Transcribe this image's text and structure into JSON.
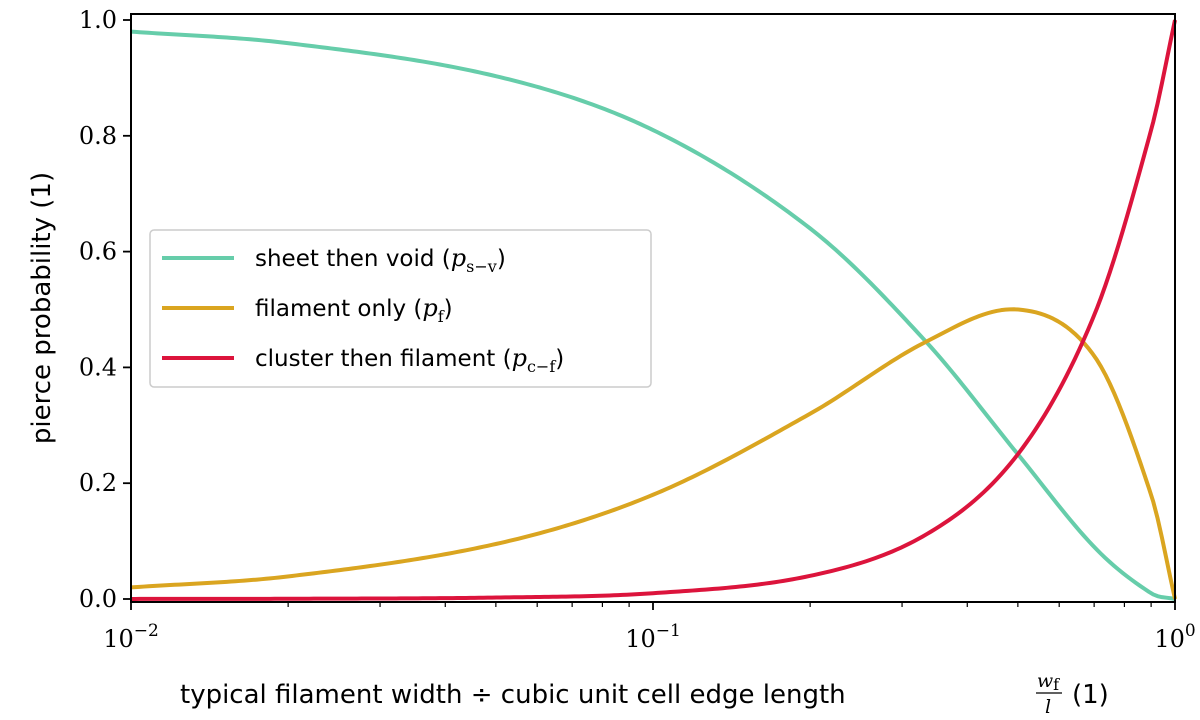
{
  "chart_data": {
    "type": "line",
    "title": "",
    "xlabel": "typical filament width ÷ cubic unit cell edge length",
    "xlabel_math": {
      "num": "w",
      "num_sub": "f",
      "den": "l",
      "unit": "(1)"
    },
    "ylabel": "pierce probability (1)",
    "xscale": "log",
    "xlim": [
      0.01,
      1
    ],
    "ylim": [
      0,
      1
    ],
    "xticks": [
      {
        "value": 0.01,
        "base": "10",
        "exp": "−2"
      },
      {
        "value": 0.1,
        "base": "10",
        "exp": "−1"
      },
      {
        "value": 1,
        "base": "10",
        "exp": "0"
      }
    ],
    "yticks": [
      "0.0",
      "0.2",
      "0.4",
      "0.6",
      "0.8",
      "1.0"
    ],
    "grid": false,
    "legend_position": "center-left",
    "series": [
      {
        "name": "sheet then void",
        "symbol": "p",
        "symbol_sub": "s−v",
        "color": "#66cdaa",
        "x": [
          0.01,
          0.02,
          0.05,
          0.1,
          0.2,
          0.333,
          0.5,
          0.7,
          0.9,
          1.0
        ],
        "y": [
          0.98,
          0.96,
          0.903,
          0.81,
          0.64,
          0.445,
          0.25,
          0.09,
          0.01,
          0.0
        ]
      },
      {
        "name": "filament only",
        "symbol": "p",
        "symbol_sub": "f",
        "color": "#daa520",
        "x": [
          0.01,
          0.02,
          0.05,
          0.1,
          0.2,
          0.333,
          0.5,
          0.7,
          0.9,
          1.0
        ],
        "y": [
          0.02,
          0.039,
          0.095,
          0.18,
          0.32,
          0.444,
          0.5,
          0.42,
          0.18,
          0.0
        ]
      },
      {
        "name": "cluster then filament",
        "symbol": "p",
        "symbol_sub": "c−f",
        "color": "#dc143c",
        "x": [
          0.01,
          0.02,
          0.05,
          0.1,
          0.2,
          0.333,
          0.5,
          0.7,
          0.9,
          1.0
        ],
        "y": [
          0.0001,
          0.0004,
          0.0025,
          0.01,
          0.04,
          0.111,
          0.25,
          0.49,
          0.81,
          1.0
        ]
      }
    ]
  }
}
